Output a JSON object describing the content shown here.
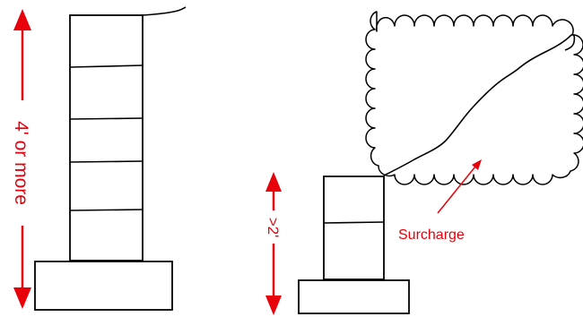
{
  "left_wall": {
    "height_label": "4' or more",
    "courses": 5
  },
  "right_wall": {
    "height_label": ">2'",
    "courses": 2
  },
  "surcharge": {
    "label": "Surcharge"
  },
  "colors": {
    "annotation": "#e8000b",
    "structure": "#000000",
    "background": "#ffffff"
  }
}
